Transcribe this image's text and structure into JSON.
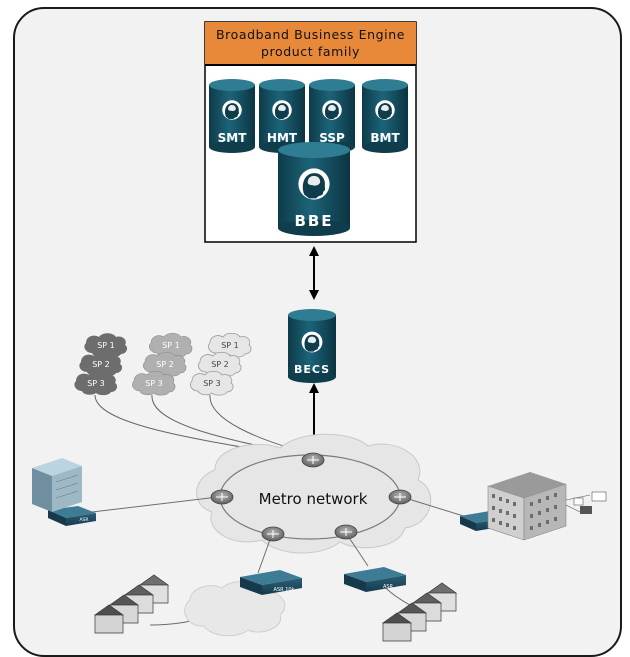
{
  "header": {
    "line1": "Broadband Business Engine",
    "line2": "product family"
  },
  "modules": [
    {
      "label": "SMT"
    },
    {
      "label": "HMT"
    },
    {
      "label": "SSP"
    },
    {
      "label": "BMT"
    }
  ],
  "core": {
    "label": "BBE"
  },
  "becs": {
    "label": "BECS"
  },
  "network": {
    "label": "Metro network"
  },
  "sp_clouds": [
    {
      "label": "SP 1"
    },
    {
      "label": "SP 2"
    },
    {
      "label": "SP 3"
    },
    {
      "label": "SP 1"
    },
    {
      "label": "SP 2"
    },
    {
      "label": "SP 3"
    },
    {
      "label": "SP 1"
    },
    {
      "label": "SP 2"
    },
    {
      "label": "SP 3"
    }
  ],
  "devices": [
    {
      "label": "ASR"
    },
    {
      "label": "ASR"
    },
    {
      "label": "ASR 10k"
    },
    {
      "label": "ASR"
    }
  ],
  "colors": {
    "accent": "#e8893a",
    "cylinder": "#16586a",
    "cylinder_dark": "#0f3d4c",
    "cloud_dark": "#6d6d6d",
    "cloud_mid": "#a5a5a5",
    "cloud_light": "#dadada",
    "network_cloud": "#e8e8e8"
  }
}
